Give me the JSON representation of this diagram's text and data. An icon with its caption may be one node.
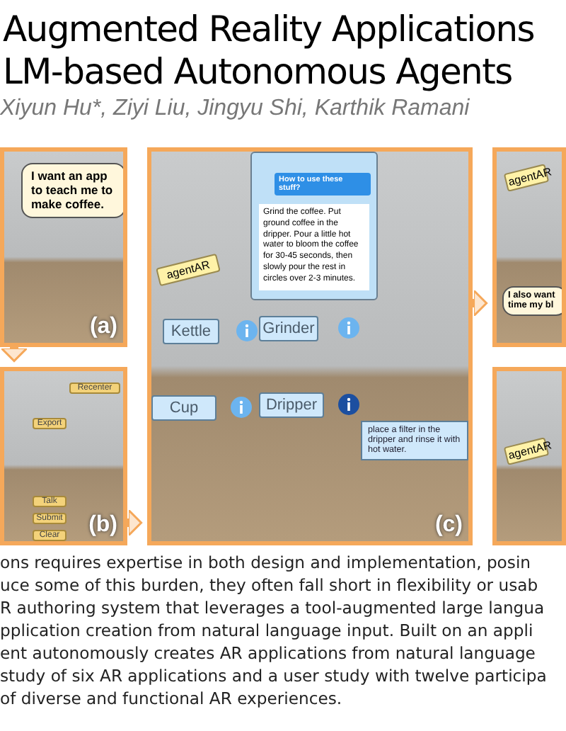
{
  "diagram": {
    "title": "Augmented Reality Applications LM-based Autonomous Agents",
    "nodes": [
      {
        "text": [
          "(a)"
        ]
      },
      {
        "text": [
          "I want an app to teach me to make coffee."
        ],
        "in": 0
      },
      {
        "text": [
          "(b)"
        ]
      },
      {
        "text": [
          "Recenter"
        ],
        "in": 2
      },
      {
        "text": [
          "Export"
        ],
        "in": 2
      },
      {
        "text": [
          "Talk"
        ],
        "in": 2
      },
      {
        "text": [
          "Submit"
        ],
        "in": 2
      },
      {
        "text": [
          "Clear"
        ],
        "in": 2
      },
      {
        "text": [
          "(c)"
        ]
      },
      {
        "text": [
          "agentAR"
        ],
        "in": 8
      },
      {
        "text": [
          "How to use these stuff?",
          "Grind the coffee. Put ground coffee in the dripper. Pour a little hot water to bloom the coffee for 30-45 seconds, then slowly pour the rest in circles over 2-3 minutes."
        ],
        "in": 8
      },
      {
        "text": [
          "Kettle"
        ],
        "in": 8
      },
      {
        "text": [
          "Grinder"
        ],
        "in": 8
      },
      {
        "text": [
          "Cup"
        ],
        "in": 8
      },
      {
        "text": [
          "Dripper"
        ],
        "in": 8
      },
      {
        "text": [
          "place a filter in the dripper and rinse it with hot water."
        ],
        "in": 8
      },
      {
        "text": [],
        "shape": "picture"
      },
      {
        "text": [
          "agentAR"
        ],
        "in": 16
      },
      {
        "text": [
          "I also want time my bl"
        ],
        "in": 16
      },
      {
        "text": [],
        "shape": "picture"
      },
      {
        "text": [
          "agentAR"
        ],
        "in": 19
      }
    ],
    "edges": [
      {
        "from": 0,
        "to": 2,
        "arrow": "to"
      },
      {
        "from": 2,
        "to": 8,
        "arrow": "to"
      },
      {
        "from": 8,
        "to": 16,
        "arrow": "to"
      }
    ],
    "labels": [
      "Xiyun Hu*, Ziyi Liu, Jingyu Shi, Karthik Ramani",
      "ons requires expertise in both design and implementation, posin",
      "uce some of this burden, they often fall short in flexibility or usab",
      "R authoring system that leverages a tool-augmented large langua",
      "pplication creation from natural language input. Built on an appli",
      "ent autonomously creates AR applications from natural language",
      "study of six AR applications and a user study with twelve participa",
      "of diverse and functional AR experiences."
    ]
  }
}
